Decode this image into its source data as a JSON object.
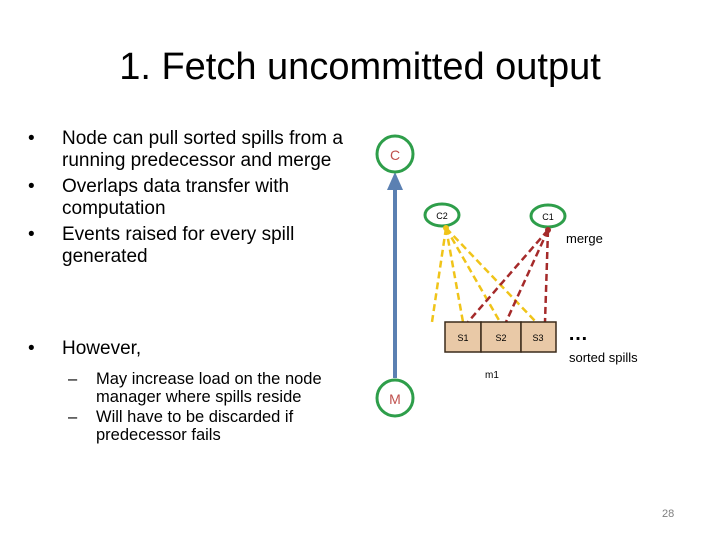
{
  "slide": {
    "title": "1. Fetch uncommitted output",
    "bullets": [
      "Node can pull sorted spills from a running predecessor and merge",
      "Overlaps data transfer with computation",
      "Events raised for every spill generated"
    ],
    "however": "However,",
    "sub_bullets": [
      "May increase load on the node manager where spills reside",
      "Will have to be discarded if predecessor fails"
    ],
    "page_number": "28"
  },
  "diagram": {
    "node_c": "C",
    "node_m": "M",
    "c2": "C2",
    "c1": "C1",
    "merge": "merge",
    "spills": [
      "S1",
      "S2",
      "S3"
    ],
    "ellipsis": "…",
    "m1": "m1",
    "sorted_spills": "sorted spills",
    "colors": {
      "arrow": "#5b80b2",
      "node_border": "#2e9e4a",
      "yellow_line": "#f0c419",
      "red_line": "#a52a2a",
      "spill_fill": "#e9c9a7",
      "spill_border": "#3a2a1a",
      "label_text": "#c0504d"
    }
  }
}
